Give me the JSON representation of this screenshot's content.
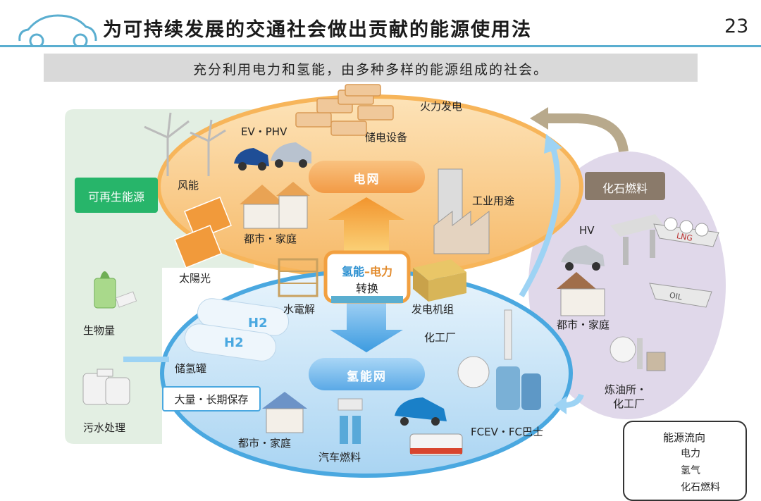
{
  "header": {
    "title": "为可持续发展的交通社会做出贡献的能源使用法",
    "page_number": "23",
    "subtitle": "充分利用电力和氢能，由多种多样的能源组成的社会。"
  },
  "panels": {
    "renewable": "可再生能源",
    "fossil": "化石燃料"
  },
  "hubs": {
    "grid": "电网",
    "hydrogen_net": "氢能网",
    "conversion_line1_a": "氢能",
    "conversion_line1_dash": "–",
    "conversion_line1_b": "电力",
    "conversion_line2": "转换",
    "storage_box": "大量・长期保存"
  },
  "labels": {
    "thermal_power": "火力发电",
    "ev_phv": "EV・PHV",
    "storage_equipment": "储电设备",
    "wind": "风能",
    "industrial": "工业用途",
    "city_home_top": "都市・家庭",
    "solar": "太陽光",
    "electrolysis": "水電解",
    "generator": "发电机组",
    "biomass": "生物量",
    "chemical_plant": "化工厂",
    "h2_tank": "储氢罐",
    "sewage": "污水处理",
    "city_home_bottom": "都市・家庭",
    "car_fuel": "汽车燃料",
    "fcev": "FCEV・FC巴士",
    "hv": "HV",
    "city_home_right": "都市・家庭",
    "refinery_line1": "炼油所・",
    "refinery_line2": "化工厂",
    "lng": "LNG",
    "oil": "OIL",
    "h2_a": "H2",
    "h2_b": "H2"
  },
  "legend": {
    "title": "能源流向",
    "items": [
      {
        "label": "电力",
        "color": "#f0a040"
      },
      {
        "label": "氢气",
        "color": "#4aa8e0"
      },
      {
        "label": "化石燃料",
        "color": "#9b8a6c"
      }
    ]
  },
  "colors": {
    "grid_ellipse": "#f7c47e",
    "hydrogen_ellipse": "#9fcdee",
    "renewable_panel": "#e3efe3",
    "fossil_panel": "#e0d8ea",
    "renewable_box": "#27b56a",
    "fossil_box": "#8a7a6a"
  }
}
